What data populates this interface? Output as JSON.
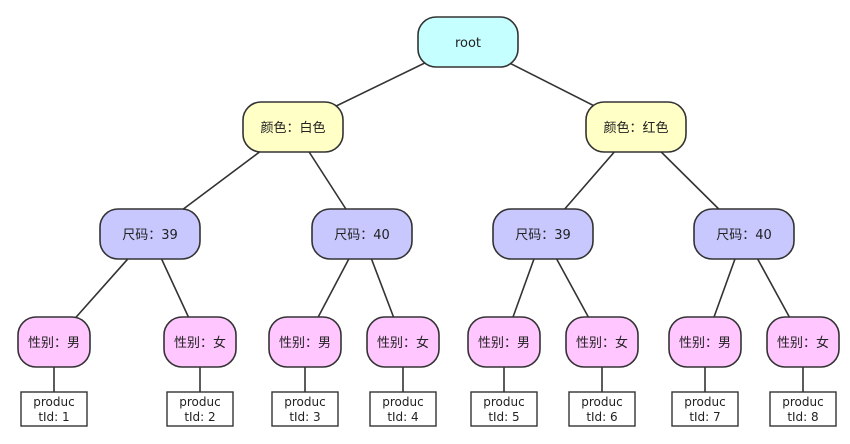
{
  "diagram": {
    "root": {
      "label": "root",
      "color": "#c6ffff"
    },
    "levels": {
      "color": {
        "fill": "#ffffc6"
      },
      "size": {
        "fill": "#c8c8ff"
      },
      "gender": {
        "fill": "#ffc6ff"
      },
      "leaf": {
        "fill": "#ffffff"
      }
    },
    "colors": [
      {
        "label": "颜色：白色",
        "sizes": [
          {
            "label": "尺码：39",
            "genders": [
              {
                "label": "性别：男",
                "leaf": [
                  "produc",
                  "tId: 1"
                ]
              },
              {
                "label": "性别：女",
                "leaf": [
                  "produc",
                  "tId: 2"
                ]
              }
            ]
          },
          {
            "label": "尺码：40",
            "genders": [
              {
                "label": "性别：男",
                "leaf": [
                  "produc",
                  "tId: 3"
                ]
              },
              {
                "label": "性别：女",
                "leaf": [
                  "produc",
                  "tId: 4"
                ]
              }
            ]
          }
        ]
      },
      {
        "label": "颜色：红色",
        "sizes": [
          {
            "label": "尺码：39",
            "genders": [
              {
                "label": "性别：男",
                "leaf": [
                  "produc",
                  "tId: 5"
                ]
              },
              {
                "label": "性别：女",
                "leaf": [
                  "produc",
                  "tId: 6"
                ]
              }
            ]
          },
          {
            "label": "尺码：40",
            "genders": [
              {
                "label": "性别：男",
                "leaf": [
                  "produc",
                  "tId: 7"
                ]
              },
              {
                "label": "性别：女",
                "leaf": [
                  "produc",
                  "tId: 8"
                ]
              }
            ]
          }
        ]
      }
    ]
  }
}
